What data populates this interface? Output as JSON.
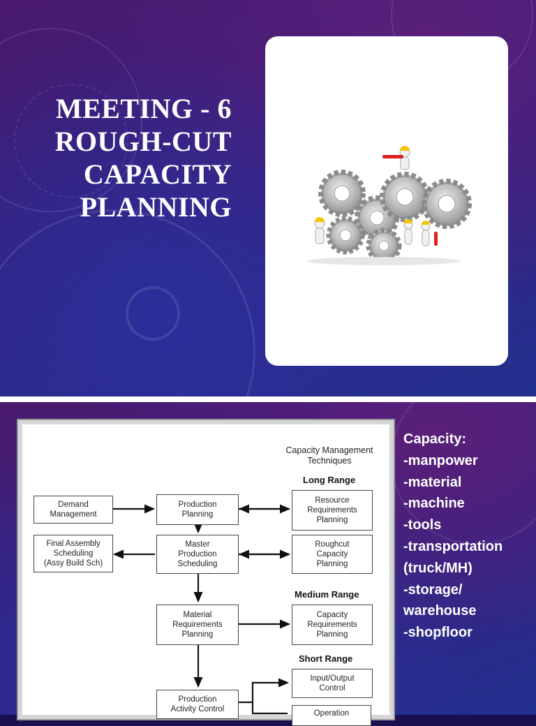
{
  "slide1": {
    "title_lines": [
      "MEETING - 6",
      "ROUGH-CUT",
      "CAPACITY",
      "PLANNING"
    ]
  },
  "slide2": {
    "capacity_list": [
      "Capacity:",
      "-manpower",
      "-material",
      "-machine",
      "-tools",
      "-transportation",
      "(truck/MH)",
      "-storage/",
      "warehouse",
      "-shopfloor"
    ],
    "diagram": {
      "header": "Capacity Management\nTechniques",
      "ranges": {
        "long": "Long Range",
        "medium": "Medium Range",
        "short": "Short Range"
      },
      "boxes": {
        "demand": "Demand\nManagement",
        "production_planning": "Production\nPlanning",
        "resource_req": "Resource\nRequirements\nPlanning",
        "final_assembly": "Final Assembly\nScheduling\n(Assy Build Sch)",
        "mps": "Master\nProduction\nScheduling",
        "roughcut": "Roughcut\nCapacity\nPlanning",
        "mrp": "Material\nRequirements\nPlanning",
        "crp": "Capacity\nRequirements\nPlanning",
        "input_output": "Input/Output\nControl",
        "pac": "Production\nActivity Control",
        "operation": "Operation"
      }
    }
  }
}
